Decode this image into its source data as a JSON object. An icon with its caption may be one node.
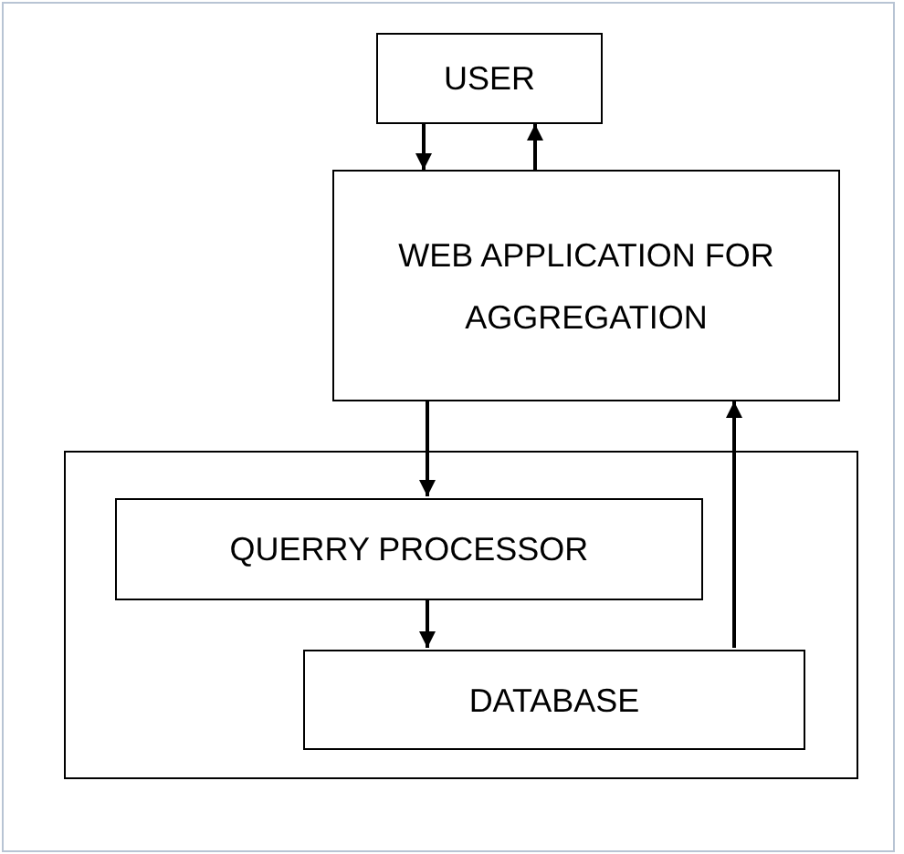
{
  "diagram": {
    "nodes": [
      {
        "text": [
          "USER"
        ]
      },
      {
        "text": [
          "WEB APPLICATION FOR AGGREGATION"
        ]
      },
      {
        "text": [],
        "shape": "box"
      },
      {
        "text": [
          "QUERRY PROCESSOR"
        ],
        "in": 2
      },
      {
        "text": [
          "DATABASE"
        ],
        "in": 2
      }
    ],
    "edges": [
      {
        "from": 0,
        "to": 1,
        "arrow": "to"
      },
      {
        "from": 1,
        "to": 0,
        "arrow": "to"
      },
      {
        "from": 1,
        "to": 3,
        "arrow": "to"
      },
      {
        "from": 3,
        "to": 4,
        "arrow": "to"
      },
      {
        "from": 4,
        "to": 1,
        "arrow": "to"
      }
    ]
  }
}
